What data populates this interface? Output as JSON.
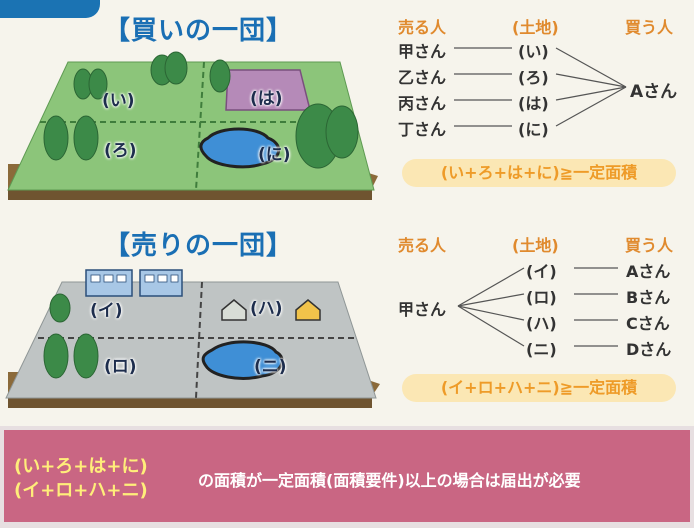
{
  "buy_group": {
    "title": "【買いの一団】",
    "headers": {
      "seller": "売る人",
      "land": "(土地)",
      "buyer": "買う人"
    },
    "rows": [
      {
        "seller": "甲さん",
        "land": "(い)"
      },
      {
        "seller": "乙さん",
        "land": "(ろ)"
      },
      {
        "seller": "丙さん",
        "land": "(は)"
      },
      {
        "seller": "丁さん",
        "land": "(に)"
      }
    ],
    "buyer": "Aさん",
    "formula": "(い+ろ+は+に)≧一定面積",
    "plots": [
      "(い)",
      "(は)",
      "(ろ)",
      "(に)"
    ]
  },
  "sell_group": {
    "title": "【売りの一団】",
    "headers": {
      "seller": "売る人",
      "land": "(土地)",
      "buyer": "買う人"
    },
    "seller": "甲さん",
    "rows": [
      {
        "land": "(イ)",
        "buyer": "Aさん"
      },
      {
        "land": "(ロ)",
        "buyer": "Bさん"
      },
      {
        "land": "(ハ)",
        "buyer": "Cさん"
      },
      {
        "land": "(ニ)",
        "buyer": "Dさん"
      }
    ],
    "formula": "(イ+ロ+ハ+ニ)≧一定面積",
    "plots": [
      "(イ)",
      "(ハ)",
      "(ロ)",
      "(ニ)"
    ]
  },
  "banner": {
    "formula_line1": "(い+ろ+は+に)",
    "formula_line2": "(イ+ロ+ハ+ニ)",
    "text": "の面積が一定面積(面積要件)以上の場合は届出が必要"
  },
  "colors": {
    "title_blue": "#1a6fb4",
    "header_orange": "#e08a2e",
    "formula_bg": "#fbe7b4",
    "banner_pink": "#c96683",
    "banner_formula": "#ffee7a"
  }
}
